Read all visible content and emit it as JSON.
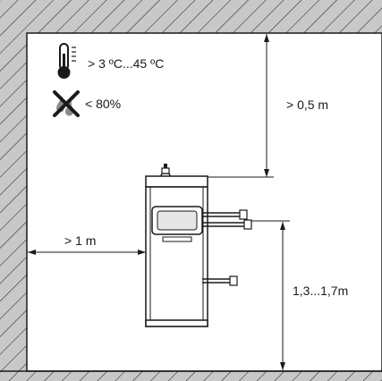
{
  "conditions": {
    "temperature": "> 3 ºC...45 ºC",
    "humidity": "< 80%"
  },
  "dimensions": {
    "ceiling_clearance": "> 0,5 m",
    "side_clearance": "> 1 m",
    "mounting_height": "1,3...1,7m"
  },
  "icons": {
    "temperature": "thermometer-icon",
    "humidity": "no-humidity-icon"
  },
  "colors": {
    "wall_fill": "#c8c8c8",
    "room_fill": "#ffffff",
    "line": "#1a1a1a",
    "humidity_drop": "#8a8a8a"
  }
}
